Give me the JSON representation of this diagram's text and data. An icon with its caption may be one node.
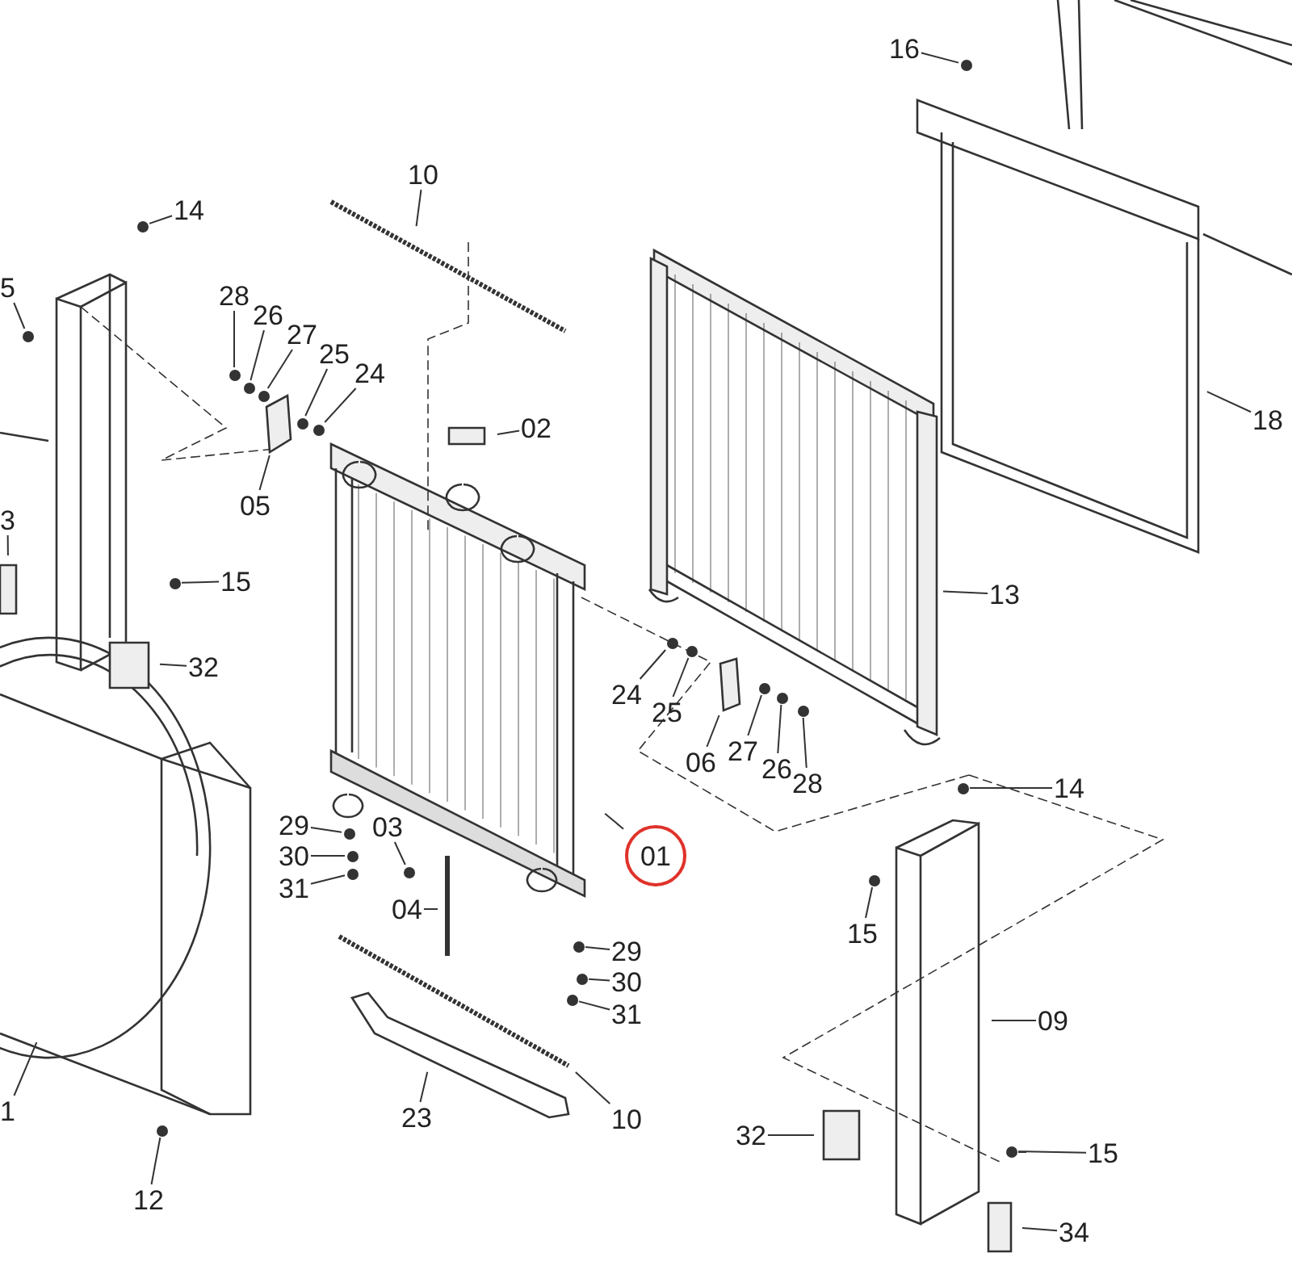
{
  "diagram": {
    "nodes": [
      {
        "text": [
          "16"
        ]
      },
      {
        "text": [
          "10"
        ]
      },
      {
        "text": [
          "14"
        ]
      },
      {
        "text": [
          "5"
        ]
      },
      {
        "text": [
          "28"
        ]
      },
      {
        "text": [
          "26"
        ]
      },
      {
        "text": [
          "27"
        ]
      },
      {
        "text": [
          "25"
        ]
      },
      {
        "text": [
          "24"
        ]
      },
      {
        "text": [
          "02"
        ]
      },
      {
        "text": [
          "18"
        ]
      },
      {
        "text": [
          "05"
        ]
      },
      {
        "text": [
          "3"
        ]
      },
      {
        "text": [
          "15"
        ]
      },
      {
        "text": [
          "13"
        ]
      },
      {
        "text": [
          "32"
        ]
      },
      {
        "text": [
          "24"
        ]
      },
      {
        "text": [
          "25"
        ]
      },
      {
        "text": [
          "06"
        ]
      },
      {
        "text": [
          "27"
        ]
      },
      {
        "text": [
          "26"
        ]
      },
      {
        "text": [
          "28"
        ]
      },
      {
        "text": [
          "14"
        ]
      },
      {
        "text": [
          "29"
        ]
      },
      {
        "text": [
          "03"
        ]
      },
      {
        "text": [
          "01"
        ]
      },
      {
        "text": [
          "30"
        ]
      },
      {
        "text": [
          "31"
        ]
      },
      {
        "text": [
          "04"
        ]
      },
      {
        "text": [
          "15"
        ]
      },
      {
        "text": [
          "29"
        ]
      },
      {
        "text": [
          "30"
        ]
      },
      {
        "text": [
          "31"
        ]
      },
      {
        "text": [
          "09"
        ]
      },
      {
        "text": [
          "23"
        ]
      },
      {
        "text": [
          "10"
        ]
      },
      {
        "text": [
          "1"
        ]
      },
      {
        "text": [
          "12"
        ]
      },
      {
        "text": [
          "32"
        ]
      },
      {
        "text": [
          "15"
        ]
      },
      {
        "text": [
          "34"
        ]
      },
      {
        "text": [],
        "shape": "circle"
      },
      {
        "text": [],
        "shape": "circle"
      },
      {
        "text": [],
        "shape": "circle"
      },
      {
        "text": [],
        "shape": "circle"
      },
      {
        "text": [],
        "shape": "circle"
      },
      {
        "text": [],
        "shape": "circle"
      },
      {
        "text": [],
        "shape": "circle"
      },
      {
        "text": [],
        "shape": "circle"
      },
      {
        "text": [],
        "shape": "circle"
      },
      {
        "text": [],
        "shape": "circle"
      },
      {
        "text": [],
        "shape": "circle"
      },
      {
        "text": [],
        "shape": "circle"
      },
      {
        "text": [],
        "shape": "circle"
      },
      {
        "text": [],
        "shape": "circle"
      },
      {
        "text": [],
        "shape": "circle"
      },
      {
        "text": [],
        "shape": "circle"
      },
      {
        "text": [],
        "shape": "circle"
      },
      {
        "text": [],
        "shape": "circle"
      },
      {
        "text": [],
        "shape": "circle"
      },
      {
        "text": [],
        "shape": "circle"
      },
      {
        "text": [],
        "shape": "circle"
      },
      {
        "text": [],
        "shape": "circle"
      },
      {
        "text": [],
        "shape": "circle"
      },
      {
        "text": [],
        "shape": "circle"
      },
      {
        "text": [],
        "shape": "circle"
      },
      {
        "text": [],
        "shape": "box"
      },
      {
        "text": [],
        "shape": "box"
      }
    ],
    "edges": [
      {
        "from": 0,
        "to": 41,
        "arrow": "none"
      },
      {
        "from": 1,
        "to": null,
        "arrow": "none"
      },
      {
        "from": 2,
        "to": 42,
        "arrow": "none"
      },
      {
        "from": 3,
        "to": 43,
        "arrow": "none"
      },
      {
        "from": 4,
        "to": 44,
        "arrow": "none"
      },
      {
        "from": 5,
        "to": 45,
        "arrow": "none"
      },
      {
        "from": 6,
        "to": 46,
        "arrow": "none"
      },
      {
        "from": 7,
        "to": 47,
        "arrow": "none"
      },
      {
        "from": 8,
        "to": 48,
        "arrow": "none"
      },
      {
        "from": 9,
        "to": null,
        "arrow": "none"
      },
      {
        "from": 10,
        "to": null,
        "arrow": "none"
      },
      {
        "from": 11,
        "to": 66,
        "arrow": "none"
      },
      {
        "from": 12,
        "to": null,
        "arrow": "none"
      },
      {
        "from": 13,
        "to": 49,
        "arrow": "none"
      },
      {
        "from": 14,
        "to": null,
        "arrow": "none"
      },
      {
        "from": 15,
        "to": null,
        "arrow": "none"
      },
      {
        "from": 16,
        "to": 50,
        "arrow": "none"
      },
      {
        "from": 17,
        "to": 51,
        "arrow": "none"
      },
      {
        "from": 18,
        "to": 67,
        "arrow": "none"
      },
      {
        "from": 19,
        "to": 52,
        "arrow": "none"
      },
      {
        "from": 20,
        "to": 53,
        "arrow": "none"
      },
      {
        "from": 21,
        "to": 54,
        "arrow": "none"
      },
      {
        "from": 22,
        "to": 55,
        "arrow": "none"
      },
      {
        "from": 23,
        "to": 56,
        "arrow": "none"
      },
      {
        "from": 24,
        "to": 58,
        "arrow": "none"
      },
      {
        "from": 25,
        "to": null,
        "arrow": "none"
      },
      {
        "from": 26,
        "to": 57,
        "arrow": "none"
      },
      {
        "from": 27,
        "to": 59,
        "arrow": "none"
      },
      {
        "from": 28,
        "to": null,
        "arrow": "none"
      },
      {
        "from": 29,
        "to": 60,
        "arrow": "none"
      },
      {
        "from": 30,
        "to": 61,
        "arrow": "none"
      },
      {
        "from": 31,
        "to": 62,
        "arrow": "none"
      },
      {
        "from": 32,
        "to": 63,
        "arrow": "none"
      },
      {
        "from": 33,
        "to": null,
        "arrow": "none"
      },
      {
        "from": 34,
        "to": null,
        "arrow": "none"
      },
      {
        "from": 35,
        "to": null,
        "arrow": "none"
      },
      {
        "from": 36,
        "to": null,
        "arrow": "none"
      },
      {
        "from": 37,
        "to": 64,
        "arrow": "none"
      },
      {
        "from": 38,
        "to": null,
        "arrow": "none"
      },
      {
        "from": 39,
        "to": 65,
        "arrow": "none"
      },
      {
        "from": 40,
        "to": null,
        "arrow": "none"
      }
    ]
  }
}
